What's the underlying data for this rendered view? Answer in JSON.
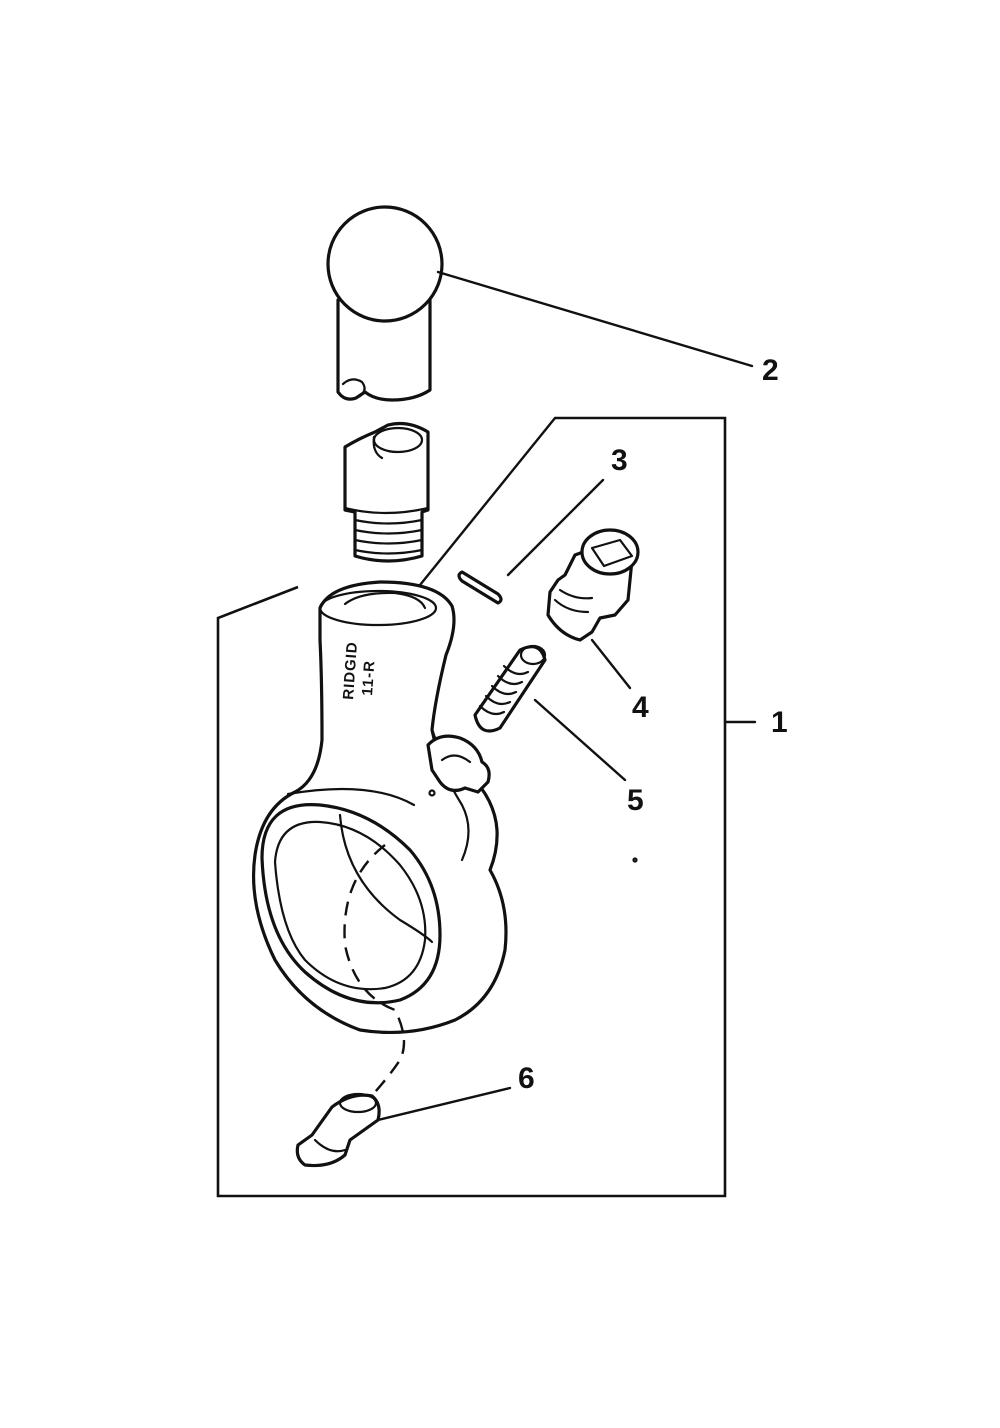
{
  "callouts": {
    "c1": "1",
    "c2": "2",
    "c3": "3",
    "c4": "4",
    "c5": "5",
    "c6": "6"
  },
  "stamp": {
    "brand": "RIDGID",
    "model": "11-R"
  },
  "colors": {
    "ink": "#111111",
    "paper": "#ffffff"
  }
}
